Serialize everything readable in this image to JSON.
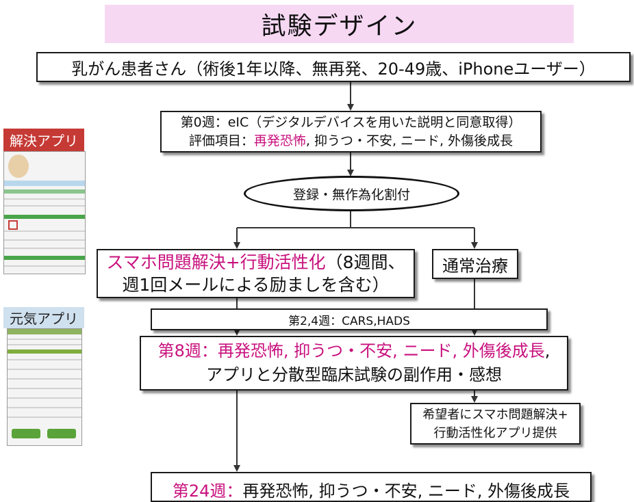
{
  "title": "試験デザイン",
  "population": "乳がん患者さん（術後1年以降、無再発、20-49歳、iPhoneユーザー）",
  "week0": {
    "line1": "第0週：eIC（デジタルデバイスを用いた説明と同意取得）",
    "line2_prefix": "評価項目：",
    "line2_highlight": "再発恐怖",
    "line2_suffix": ", 抑うつ・不安, ニード, 外傷後成長"
  },
  "randomization": "登録・無作為化割付",
  "arm_intervention": {
    "highlight": "スマホ問題解決+行動活性化",
    "line1_suffix": "（8週間、",
    "line2": "週1回メールによる励ましを含む）"
  },
  "arm_control": "通常治療",
  "week24_assess": "第2,4週：CARS,HADS",
  "week8": {
    "line1_highlight": "第8週：再発恐怖, 抑うつ・不安, ニード, 外傷後成長",
    "line1_suffix": ",",
    "line2": "アプリと分散型臨床試験の副作用・感想"
  },
  "offer": {
    "line1": "希望者にスマホ問題解決+",
    "line2": "行動活性化アプリ提供"
  },
  "week24": {
    "highlight": "第24週：",
    "rest": "再発恐怖, 抑うつ・不安, ニード, 外傷後成長"
  },
  "app_labels": {
    "kaiketsu": "解決アプリ",
    "genki": "元気アプリ"
  },
  "colors": {
    "title_bg": "#f6d8f3",
    "highlight": "#c8107d",
    "kaiketsu_bg": "#c63a35",
    "genki_bg": "#cfe0ee"
  }
}
